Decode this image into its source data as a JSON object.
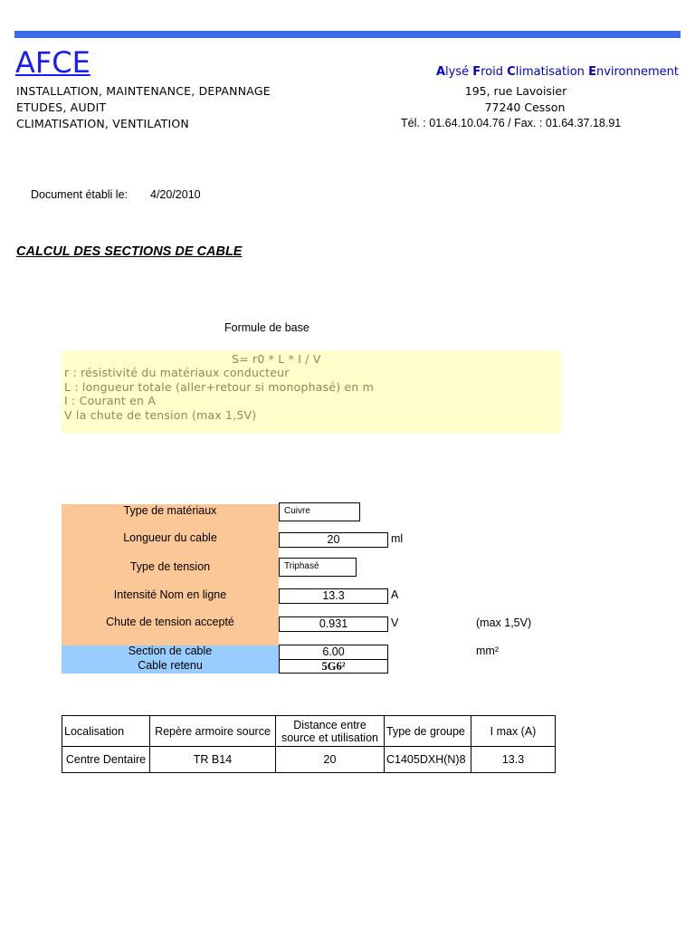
{
  "header": {
    "logo": "AFCE",
    "lines_left": [
      "INSTALLATION, MAINTENANCE, DEPANNAGE",
      "ETUDES, AUDIT",
      "CLIMATISATION, VENTILATION"
    ],
    "company": {
      "a1": "A",
      "a2": "lysé ",
      "f1": "F",
      "f2": "roid ",
      "c1": "C",
      "c2": "limatisation ",
      "e1": "E",
      "e2": "nvironnement"
    },
    "address_street": "195, rue Lavoisier",
    "address_city": "77240 Cesson",
    "phone_fax": "Tél. : 01.64.10.04.76 / Fax. : 01.64.37.18.91"
  },
  "document": {
    "date_label": "Document établi le:",
    "date_value": "4/20/2010",
    "title": "CALCUL DES SECTIONS DE CABLE"
  },
  "formula": {
    "label": "Formule de base",
    "lines": [
      "S= r0 * L * I / V",
      "r : résistivité du matériaux conducteur",
      "L : longueur totale (aller+retour si monophasé) en m",
      "I : Courant en A",
      "V la chute de tension (max 1,5V)"
    ]
  },
  "form": {
    "material_label": "Type de matériaux",
    "material_value": "Cuivre",
    "length_label": "Longueur du cable",
    "length_value": "20",
    "length_unit": "ml",
    "tension_label": "Type de tension",
    "tension_value": "Triphasé",
    "current_label": "Intensité Nom en ligne",
    "current_value": "13.3",
    "current_unit": "A",
    "drop_label": "Chute de tension accepté",
    "drop_value": "0.931",
    "drop_unit": "V",
    "drop_max": "(max 1,5V)",
    "section_label": "Section de cable",
    "section_value": "6.00",
    "section_unit": "mm²",
    "cable_label": "Cable retenu",
    "cable_value": "5G6²"
  },
  "table": {
    "headers": [
      "Localisation",
      "Repère armoire source",
      "Distance entre source et utilisation",
      "Type de groupe",
      "I max (A)"
    ],
    "row": [
      "Centre Dentaire",
      "TR B14",
      "20",
      "C1405DXH(N)8",
      "13.3"
    ]
  }
}
